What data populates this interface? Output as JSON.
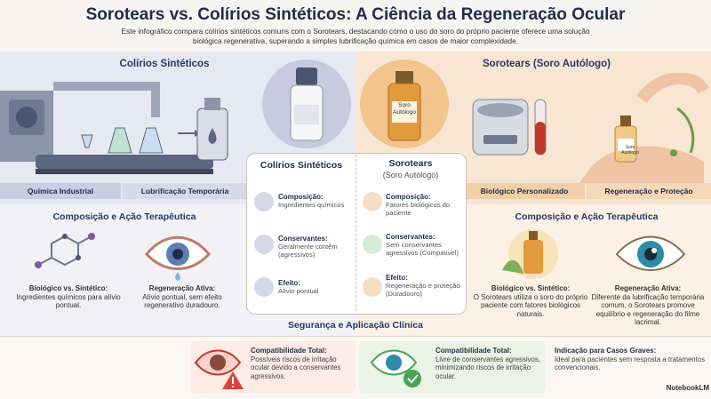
{
  "header": {
    "title": "Sorotears vs. Colírios Sintéticos: A Ciência da Regeneração Ocular",
    "subtitle": "Este infográfico compara colírios sintéticos comuns com o Sorotears, destacando como o uso do soro do próprio paciente oferece uma solução biológica regenerativa, superando a simples lubrificação química em casos de maior complexidade."
  },
  "left_panel": {
    "title": "Colírios Sintéticos",
    "label_1": "Química Industrial",
    "label_2": "Lubrificação Temporária",
    "section_title": "Composição e Ação Terapêutica",
    "item_1_title": "Biológico vs. Sintético:",
    "item_1_text": "Ingredientes químicos para alívio pontual.",
    "item_2_title": "Regeneração Ativa:",
    "item_2_text": "Alívio pontual, sem efeito regenerativo duradouro."
  },
  "right_panel": {
    "title": "Sorotears (Soro Autólogo)",
    "label_1": "Biológico Personalizado",
    "label_2": "Regeneração e Proteção",
    "section_title": "Composição e Ação Terapêutica",
    "item_1_title": "Biológico vs. Sintético:",
    "item_1_text": "O Sorotears utiliza o soro do próprio paciente com fatores biológicos naturais.",
    "item_2_title": "Regeneração Ativa:",
    "item_2_text": "Diferente da lubrificação temporária comum, o Sorotears promove equilíbrio e regeneração do filme lacrimal."
  },
  "center_card": {
    "left_title": "Colírios Sintéticos",
    "right_title": "Sorotears",
    "right_subtitle": "(Soro Autólogo)",
    "bottle_label": "Soro Autólogo",
    "left_rows": [
      {
        "title": "Composição:",
        "text": "Ingredientes químicos"
      },
      {
        "title": "Conservantes:",
        "text": "Geralmente contêm (agressivos)"
      },
      {
        "title": "Efeito:",
        "text": "Alívio pontual"
      }
    ],
    "right_rows": [
      {
        "title": "Composição:",
        "text": "Fatores biológicos do paciente"
      },
      {
        "title": "Conservantes:",
        "text": "Sem conservantes agressivos (Compatível)"
      },
      {
        "title": "Efeito:",
        "text": "Regeneração e proteção (Duradouro)"
      }
    ]
  },
  "bottom": {
    "section_title": "Segurança e Aplicação Clínica",
    "left_title": "Compatibilidade Total:",
    "left_text": "Possíveis riscos de irritação ocular devido a conservantes agressivos.",
    "mid_title": "Compatibilidade Total:",
    "mid_text": "Livre de conservantes agressivos, minimizando riscos de irritação ocular.",
    "right_title": "Indicação para Casos Graves:",
    "right_text": "Ideal para pacientes sem resposta a tratamentos convencionais.",
    "brand": "NotebookLM"
  },
  "colors": {
    "navy": "#1f2d4a",
    "left_bg": "#e7e9f2",
    "right_bg": "#f8e6d2",
    "amber": "#e6a24a",
    "green": "#4aa35a",
    "red": "#d9423a"
  }
}
